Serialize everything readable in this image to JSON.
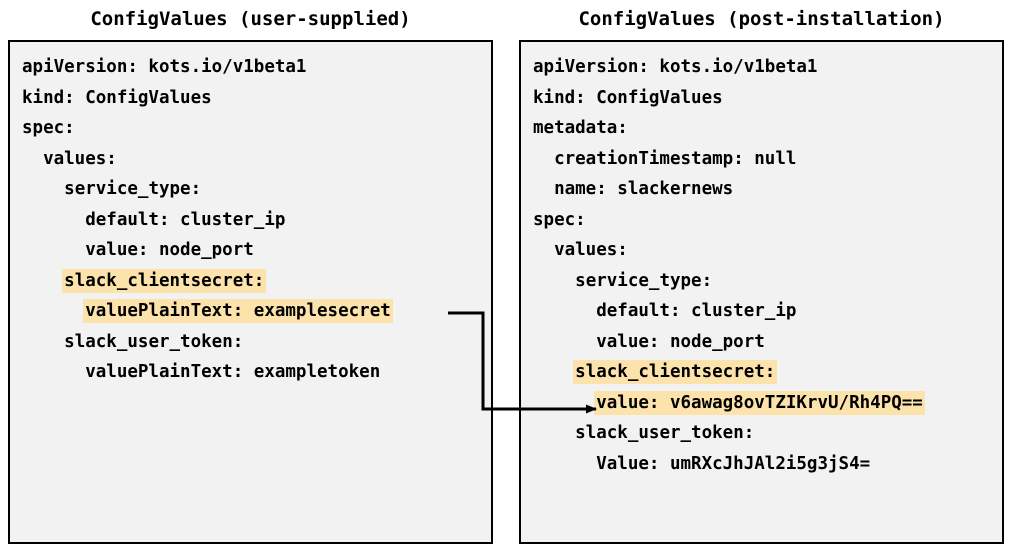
{
  "panels": [
    {
      "title": "ConfigValues (user-supplied)",
      "lines": [
        {
          "text": "apiVersion: kots.io/v1beta1",
          "highlight": false
        },
        {
          "text": "kind: ConfigValues",
          "highlight": false
        },
        {
          "text": "spec:",
          "highlight": false
        },
        {
          "text": "  values:",
          "highlight": false
        },
        {
          "text": "    service_type:",
          "highlight": false
        },
        {
          "text": "      default: cluster_ip",
          "highlight": false
        },
        {
          "text": "      value: node_port",
          "highlight": false
        },
        {
          "text": "    slack_clientsecret:",
          "highlight": true
        },
        {
          "text": "      valuePlainText: examplesecret",
          "highlight": true
        },
        {
          "text": "    slack_user_token:",
          "highlight": false
        },
        {
          "text": "      valuePlainText: exampletoken",
          "highlight": false
        }
      ]
    },
    {
      "title": "ConfigValues (post-installation)",
      "lines": [
        {
          "text": "apiVersion: kots.io/v1beta1",
          "highlight": false
        },
        {
          "text": "kind: ConfigValues",
          "highlight": false
        },
        {
          "text": "metadata:",
          "highlight": false
        },
        {
          "text": "  creationTimestamp: null",
          "highlight": false
        },
        {
          "text": "  name: slackernews",
          "highlight": false
        },
        {
          "text": "spec:",
          "highlight": false
        },
        {
          "text": "  values:",
          "highlight": false
        },
        {
          "text": "    service_type:",
          "highlight": false
        },
        {
          "text": "      default: cluster_ip",
          "highlight": false
        },
        {
          "text": "      value: node_port",
          "highlight": false
        },
        {
          "text": "    slack_clientsecret:",
          "highlight": true
        },
        {
          "text": "      value: v6awag8ovTZIKrvU/Rh4PQ==",
          "highlight": true
        },
        {
          "text": "    slack_user_token:",
          "highlight": false
        },
        {
          "text": "      Value: umRXcJhJAl2i5g3jS4=",
          "highlight": false
        }
      ]
    }
  ],
  "connector": {
    "label": "encryption-mapping-arrow",
    "from_line": "valuePlainText: examplesecret",
    "to_line": "value: v6awag8ovTZIKrvU/Rh4PQ=="
  },
  "colors": {
    "highlight": "#fce3ab",
    "panel_background": "#f2f2f2",
    "panel_border": "#000000",
    "text": "#000000",
    "page_background": "#ffffff"
  }
}
